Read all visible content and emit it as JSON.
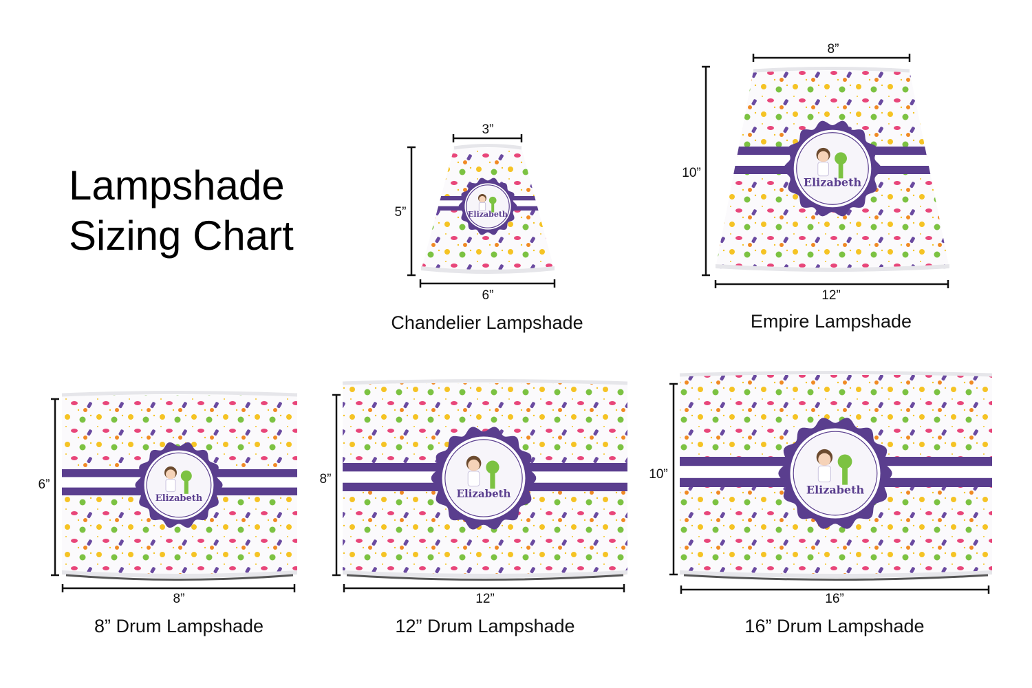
{
  "title": {
    "line1": "Lampshade",
    "line2": "Sizing Chart"
  },
  "personalization_name": "Elizabeth",
  "colors": {
    "purple": "#5a3e8e",
    "yellow": "#f5c324",
    "green": "#7cc242",
    "pink": "#e8467a",
    "rim": "#e6e6ea"
  },
  "shades": [
    {
      "id": "chandelier",
      "caption": "Chandelier Lampshade",
      "top_width": "3”",
      "bottom_width": "6”",
      "height": "5”"
    },
    {
      "id": "empire",
      "caption": "Empire Lampshade",
      "top_width": "8”",
      "bottom_width": "12”",
      "height": "10”"
    },
    {
      "id": "drum8",
      "caption": "8” Drum Lampshade",
      "bottom_width": "8”",
      "height": "6”"
    },
    {
      "id": "drum12",
      "caption": "12” Drum Lampshade",
      "bottom_width": "12”",
      "height": "8”"
    },
    {
      "id": "drum16",
      "caption": "16” Drum Lampshade",
      "bottom_width": "16”",
      "height": "10”"
    }
  ]
}
